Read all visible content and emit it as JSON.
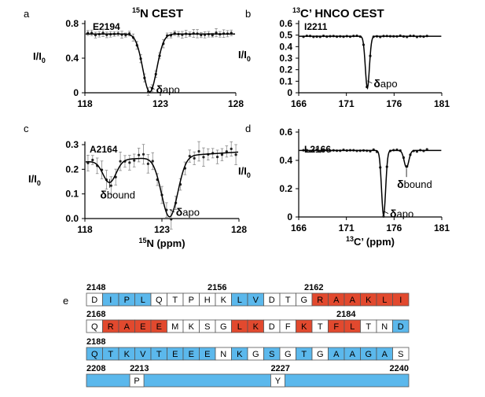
{
  "figure": {
    "panels": [
      "a",
      "b",
      "c",
      "d",
      "e"
    ],
    "headers": {
      "a": {
        "sup": "15",
        "rest": "N CEST"
      },
      "b": {
        "sup": "13",
        "rest": "C’ HNCO CEST"
      }
    }
  },
  "colors": {
    "blue": "#5bb8ec",
    "red": "#e2492e",
    "white": "#ffffff",
    "line": "#000000",
    "marker": "#222222",
    "errbar": "#888888"
  },
  "chart_data": [
    {
      "type": "line",
      "panel": "a",
      "residue": "E2194",
      "y_axis": {
        "label_main": "I/I",
        "label_sub": "0"
      },
      "xlim": [
        118,
        128
      ],
      "ylim": [
        0,
        0.8
      ],
      "xticks": [
        "118",
        "123",
        "128"
      ],
      "yticks": [
        "0",
        "0.4",
        "0.8"
      ],
      "fit": {
        "baseline": 0.68,
        "dips": [
          {
            "center": 122.3,
            "depth": 0.67,
            "width": 0.65
          }
        ]
      },
      "points": {
        "from": 118.2,
        "to": 127.8,
        "step": 0.25,
        "noise": 0.015,
        "errorbars": true,
        "err": 0.035
      },
      "annotations": [
        {
          "label_main": "δ",
          "label_sub": "apo",
          "x": 122.3,
          "y": 0.05
        }
      ]
    },
    {
      "type": "line",
      "panel": "b",
      "residue": "I2211",
      "y_axis": {
        "label_main": "I/I",
        "label_sub": "0"
      },
      "xlim": [
        166,
        181
      ],
      "ylim": [
        0,
        0.6
      ],
      "xticks": [
        "166",
        "171",
        "176",
        "181"
      ],
      "yticks": [
        "0",
        "0.1",
        "0.2",
        "0.3",
        "0.4",
        "0.5",
        "0.6"
      ],
      "fit": {
        "baseline": 0.49,
        "dips": [
          {
            "center": 173.2,
            "depth": 0.45,
            "width": 0.3
          }
        ]
      },
      "points": {
        "from": 166.5,
        "to": 179.7,
        "step": 0.35,
        "noise": 0.006,
        "errorbars": false,
        "err": 0
      },
      "annotations": [
        {
          "label_main": "δ",
          "label_sub": "apo",
          "x": 173.2,
          "y": 0.09
        }
      ]
    },
    {
      "type": "line",
      "panel": "c",
      "residue": "A2164",
      "y_axis": {
        "label_main": "I/I",
        "label_sub": "0"
      },
      "x_axis": {
        "sup": "15",
        "rest": "N (ppm)"
      },
      "xlim": [
        118,
        128
      ],
      "ylim": [
        0,
        0.3
      ],
      "xticks": [
        "118",
        "123",
        "128"
      ],
      "yticks": [
        "0.0",
        "0.1",
        "0.2",
        "0.3"
      ],
      "fit": {
        "baseline": 0.27,
        "slope": 0.004,
        "dips": [
          {
            "center": 119.6,
            "depth": 0.09,
            "width": 0.6
          },
          {
            "center": 123.5,
            "depth": 0.245,
            "width": 0.75
          }
        ]
      },
      "points": {
        "from": 118.2,
        "to": 127.8,
        "step": 0.3,
        "noise": 0.018,
        "errorbars": true,
        "err": 0.03
      },
      "annotations": [
        {
          "label_main": "δ",
          "label_sub": "bound",
          "x": 119.6,
          "y": 0.17
        },
        {
          "label_main": "δ",
          "label_sub": "apo",
          "x": 123.5,
          "y": 0.03
        }
      ]
    },
    {
      "type": "line",
      "panel": "d",
      "residue": "L2166",
      "y_axis": {
        "label_main": "I/I",
        "label_sub": "0"
      },
      "x_axis": {
        "sup": "13",
        "rest": "C’ (ppm)"
      },
      "xlim": [
        166,
        181
      ],
      "ylim": [
        0,
        0.6
      ],
      "xticks": [
        "166",
        "171",
        "176",
        "181"
      ],
      "yticks": [
        "0",
        "0.2",
        "0.4",
        "0.6"
      ],
      "fit": {
        "baseline": 0.47,
        "dips": [
          {
            "center": 174.9,
            "depth": 0.46,
            "width": 0.3
          },
          {
            "center": 177.3,
            "depth": 0.12,
            "width": 0.35
          }
        ]
      },
      "points": {
        "from": 166.5,
        "to": 179.7,
        "step": 0.35,
        "noise": 0.008,
        "errorbars": false,
        "err": 0
      },
      "annotations": [
        {
          "label_main": "δ",
          "label_sub": "apo",
          "x": 174.9,
          "y": 0.03
        },
        {
          "label_main": "δ",
          "label_sub": "bound",
          "x": 177.3,
          "y": 0.36
        }
      ]
    }
  ],
  "sequence": {
    "rows": [
      {
        "start": "2148",
        "marks": [
          {
            "label": "2156",
            "index": 8
          },
          {
            "label": "2162",
            "index": 14
          }
        ],
        "residues": [
          {
            "aa": "D",
            "c": "w"
          },
          {
            "aa": "I",
            "c": "b"
          },
          {
            "aa": "P",
            "c": "b"
          },
          {
            "aa": "L",
            "c": "b"
          },
          {
            "aa": "Q",
            "c": "w"
          },
          {
            "aa": "T",
            "c": "w"
          },
          {
            "aa": "P",
            "c": "w"
          },
          {
            "aa": "H",
            "c": "w"
          },
          {
            "aa": "K",
            "c": "w"
          },
          {
            "aa": "L",
            "c": "b"
          },
          {
            "aa": "V",
            "c": "b"
          },
          {
            "aa": "D",
            "c": "w"
          },
          {
            "aa": "T",
            "c": "w"
          },
          {
            "aa": "G",
            "c": "w"
          },
          {
            "aa": "R",
            "c": "r"
          },
          {
            "aa": "A",
            "c": "r"
          },
          {
            "aa": "A",
            "c": "r"
          },
          {
            "aa": "K",
            "c": "r"
          },
          {
            "aa": "L",
            "c": "r"
          },
          {
            "aa": "I",
            "c": "r"
          }
        ]
      },
      {
        "start": "2168",
        "marks": [
          {
            "label": "2184",
            "index": 16
          }
        ],
        "residues": [
          {
            "aa": "Q",
            "c": "w"
          },
          {
            "aa": "R",
            "c": "r"
          },
          {
            "aa": "A",
            "c": "r"
          },
          {
            "aa": "E",
            "c": "r"
          },
          {
            "aa": "E",
            "c": "r"
          },
          {
            "aa": "M",
            "c": "w"
          },
          {
            "aa": "K",
            "c": "w"
          },
          {
            "aa": "S",
            "c": "w"
          },
          {
            "aa": "G",
            "c": "w"
          },
          {
            "aa": "L",
            "c": "r"
          },
          {
            "aa": "K",
            "c": "r"
          },
          {
            "aa": "D",
            "c": "w"
          },
          {
            "aa": "F",
            "c": "w"
          },
          {
            "aa": "K",
            "c": "r"
          },
          {
            "aa": "T",
            "c": "w"
          },
          {
            "aa": "F",
            "c": "r"
          },
          {
            "aa": "L",
            "c": "r"
          },
          {
            "aa": "T",
            "c": "w"
          },
          {
            "aa": "N",
            "c": "w"
          },
          {
            "aa": "D",
            "c": "b"
          }
        ]
      },
      {
        "start": "2188",
        "marks": [],
        "residues": [
          {
            "aa": "Q",
            "c": "b"
          },
          {
            "aa": "T",
            "c": "b"
          },
          {
            "aa": "K",
            "c": "b"
          },
          {
            "aa": "V",
            "c": "b"
          },
          {
            "aa": "T",
            "c": "b"
          },
          {
            "aa": "E",
            "c": "b"
          },
          {
            "aa": "E",
            "c": "b"
          },
          {
            "aa": "E",
            "c": "b"
          },
          {
            "aa": "N",
            "c": "w"
          },
          {
            "aa": "K",
            "c": "b"
          },
          {
            "aa": "G",
            "c": "w"
          },
          {
            "aa": "S",
            "c": "b"
          },
          {
            "aa": "G",
            "c": "w"
          },
          {
            "aa": "T",
            "c": "b"
          },
          {
            "aa": "G",
            "c": "w"
          },
          {
            "aa": "A",
            "c": "b"
          },
          {
            "aa": "A",
            "c": "b"
          },
          {
            "aa": "G",
            "c": "b"
          },
          {
            "aa": "A",
            "c": "b"
          },
          {
            "aa": "S",
            "c": "w"
          }
        ]
      }
    ],
    "bar": {
      "start": "2208",
      "end": "2240",
      "first": 2208,
      "last": 2240,
      "gaps": [
        {
          "pos": 2213,
          "label": "2213",
          "aa": "P"
        },
        {
          "pos": 2227,
          "label": "2227",
          "aa": "Y"
        }
      ]
    }
  }
}
